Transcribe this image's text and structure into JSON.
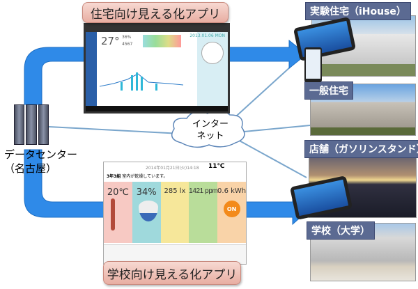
{
  "home_app": {
    "callout": "住宅向け見える化アプリ",
    "date": "2013.01.06",
    "day": "MON",
    "temp": "27°",
    "humidity": "36%",
    "power": "4567"
  },
  "school_app": {
    "callout": "学校向け見える化アプリ",
    "date": "2014年01月21日(火)14:18",
    "outdoor_temp": "11℃",
    "class": "3年3組",
    "status": "室内が乾燥しています。",
    "tiles": [
      {
        "value": "20℃",
        "color": "#f7c9c3"
      },
      {
        "value": "34%",
        "color": "#9fd9dc"
      },
      {
        "value": "285 lx",
        "color": "#f6e79a"
      },
      {
        "value": "1421 ppm",
        "color": "#b9dd9a"
      },
      {
        "value": "0.6 kWh",
        "color": "#f9d3a8"
      }
    ],
    "bulb": "ON"
  },
  "datacenter": {
    "label_line1": "データセンター",
    "label_line2": "（名古屋）"
  },
  "internet": {
    "line1": "インター",
    "line2": "ネット"
  },
  "sites": [
    {
      "label": "実験住宅（iHouse）"
    },
    {
      "label": "一般住宅"
    },
    {
      "label": "店舗（ガソリンスタンド）"
    },
    {
      "label": "学校（大学）"
    }
  ],
  "colors": {
    "arrow": "#2f8ae8",
    "label_bg": "#5b6a92"
  }
}
